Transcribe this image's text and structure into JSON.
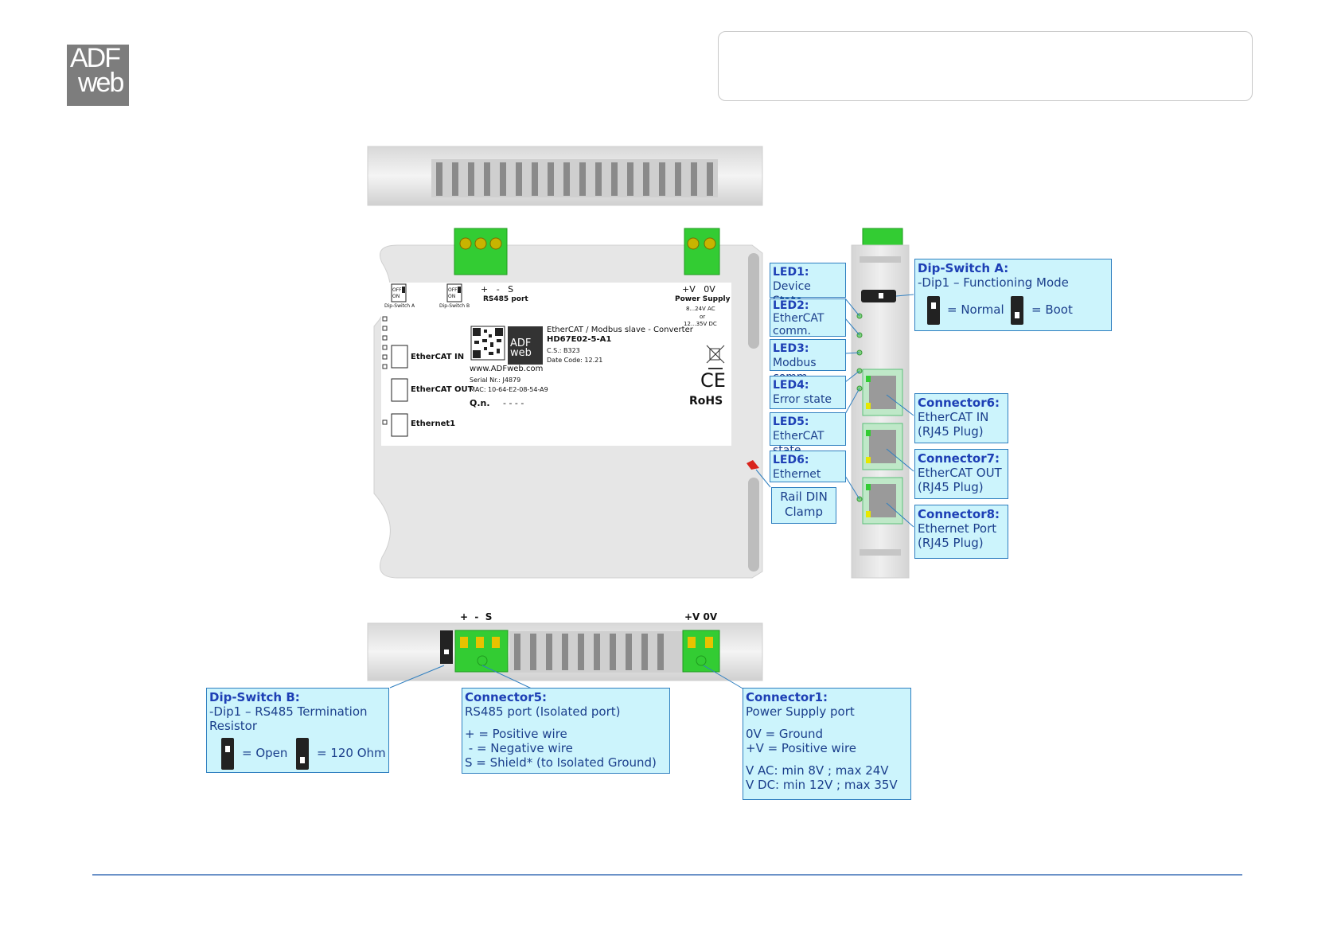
{
  "logo": {
    "line1": "ADF",
    "line2": "web"
  },
  "front": {
    "dip_a_label": "Dip-Switch A",
    "dip_b_label": "Dip-Switch B",
    "dip_off": "OFF",
    "dip_on": "ON",
    "rs485_pins": "+   -   S",
    "rs485_label": "RS485 port",
    "power_pins": "+V   0V",
    "power_label": "Power Supply",
    "power_spec1": "8...24V AC",
    "power_spec2": "or",
    "power_spec3": "12...35V DC",
    "ethercat_in": "EtherCAT IN",
    "ethercat_out": "EtherCAT OUT",
    "ethernet1": "Ethernet1",
    "brand": "ADF web",
    "product_desc": "EtherCAT / Modbus slave - Converter",
    "model": "HD67E02-5-A1",
    "cs": "C.S.: B323",
    "date_code": "Date Code: 12.21",
    "website": "www.ADFweb.com",
    "serial": "Serial Nr.: J4879",
    "mac": "MAC: 10-64-E2-08-54-A9",
    "qn_label": "Q.n.",
    "qn_value": "- - - -",
    "ce": "CE",
    "rohs": "RoHS"
  },
  "bottom": {
    "rs485_pins": "+  -  S",
    "power_pins": "+V 0V"
  },
  "callouts": {
    "led1": {
      "title": "LED1:",
      "lines": [
        "Device State"
      ]
    },
    "led2": {
      "title": "LED2:",
      "lines": [
        "EtherCAT",
        "comm."
      ]
    },
    "led3": {
      "title": "LED3:",
      "lines": [
        "Modbus comm."
      ]
    },
    "led4": {
      "title": "LED4:",
      "lines": [
        "Error state"
      ]
    },
    "led5": {
      "title": "LED5:",
      "lines": [
        "EtherCAT state"
      ]
    },
    "led6": {
      "title": "LED6:",
      "lines": [
        "Ethernet link"
      ]
    },
    "rail": {
      "lines": [
        "Rail DIN",
        "Clamp"
      ]
    },
    "dip_a": {
      "title": "Dip-Switch A:",
      "line1": "-Dip1 – Functioning Mode",
      "normal": "= Normal",
      "boot": "= Boot"
    },
    "conn6": {
      "title": "Connector6:",
      "lines": [
        "EtherCAT IN",
        "(RJ45 Plug)"
      ]
    },
    "conn7": {
      "title": "Connector7:",
      "lines": [
        "EtherCAT OUT",
        "(RJ45 Plug)"
      ]
    },
    "conn8": {
      "title": "Connector8:",
      "lines": [
        "Ethernet Port",
        "(RJ45 Plug)"
      ]
    },
    "dip_b": {
      "title": "Dip-Switch B:",
      "line1": "-Dip1 – RS485 Termination",
      "line2": "Resistor",
      "open": "= Open",
      "ohm": "= 120 Ohm"
    },
    "conn5": {
      "title": "Connector5:",
      "line1": "RS485 port (Isolated port)",
      "line2": "+ = Positive wire",
      "line3": " - = Negative wire",
      "line4": "S = Shield* (to Isolated Ground)"
    },
    "conn1": {
      "title": "Connector1:",
      "line1": "Power Supply port",
      "line2": "0V = Ground",
      "line3": "+V = Positive wire",
      "line4": "V AC: min 8V ; max 24V",
      "line5": "V DC: min 12V ; max 35V"
    }
  },
  "colors": {
    "callout_bg": "#ccf4fc",
    "callout_border": "#2f7fc0",
    "callout_title": "#1d3fb5",
    "terminal_green": "#33cc33",
    "footer_line": "#3a6fb5"
  }
}
